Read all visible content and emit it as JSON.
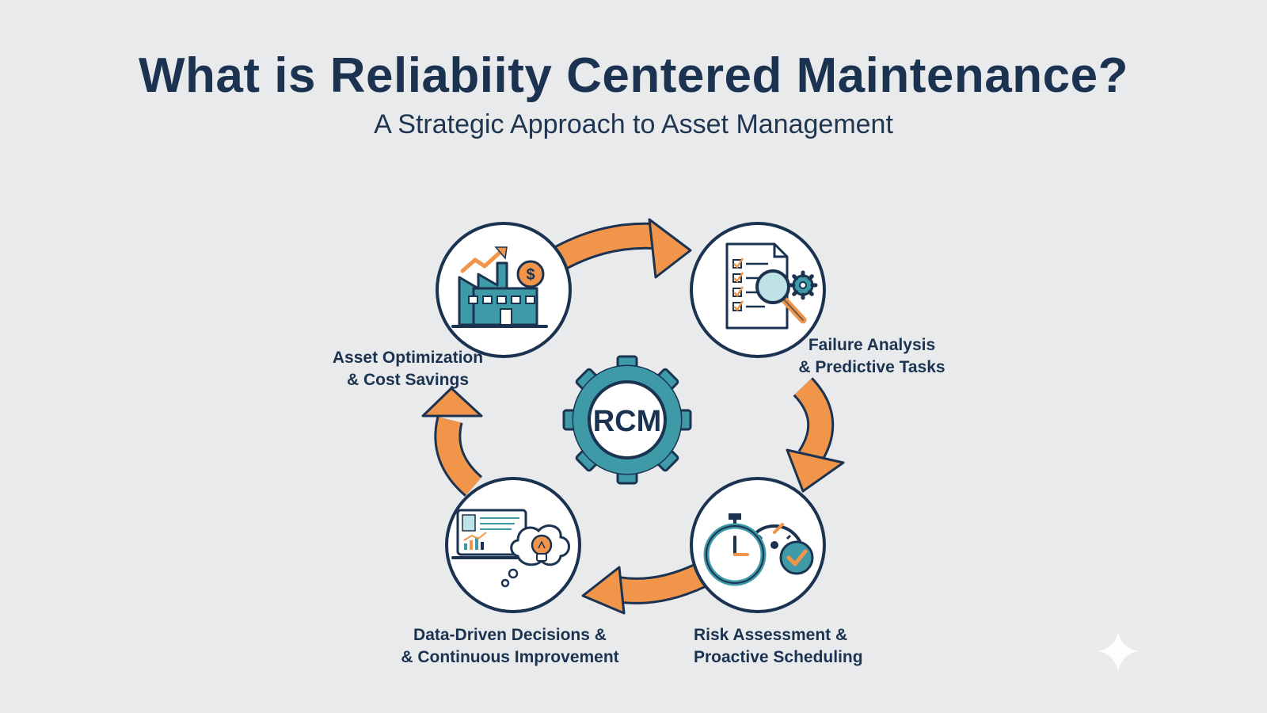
{
  "title": "What is Reliabiity Centered Maintenance?",
  "subtitle": "A Strategic Approach to Asset Management",
  "center": {
    "text": "RCM",
    "icon": "gear-icon"
  },
  "steps": [
    {
      "line1": "Asset Optimization",
      "line2": "& Cost Savings",
      "icon": "factory-growth-icon"
    },
    {
      "line1": "Failure Analysis",
      "line2": "& Predictive Tasks",
      "icon": "checklist-magnifier-icon"
    },
    {
      "line1": "Risk Assessment &",
      "line2": "Proactive Scheduling",
      "icon": "stopwatch-gauge-icon"
    },
    {
      "line1": "Data-Driven Decisions &",
      "line2": "& Continuous Improvement",
      "icon": "dashboard-lightbulb-icon"
    }
  ],
  "colors": {
    "navy": "#1b3351",
    "teal": "#3e9aa6",
    "orange": "#f0954a",
    "background": "#e9eaec"
  }
}
